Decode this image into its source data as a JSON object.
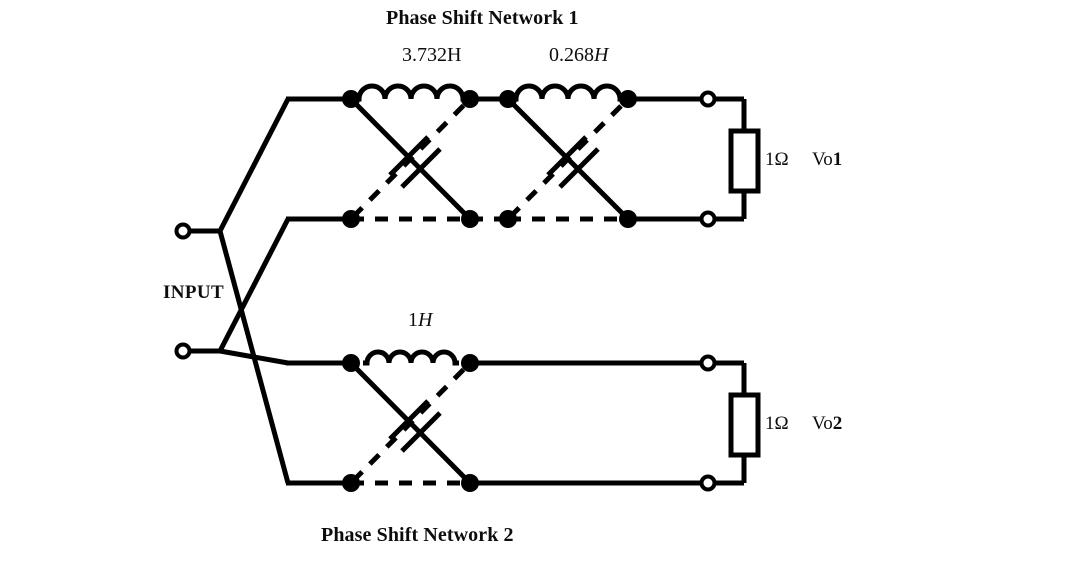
{
  "diagram": {
    "title_top": "Phase Shift Network 1",
    "title_bottom": "Phase Shift Network 2",
    "input_label": "INPUT",
    "stroke_color": "#000000",
    "background": "#ffffff"
  },
  "network1": {
    "inductor_1_label": "3.732H",
    "inductor_2_label": "0.268H",
    "inductor_2_unit_italic": "H",
    "load_label": "1Ω",
    "output_label_prefix": "Vo",
    "output_label_index": "1"
  },
  "network2": {
    "inductor_1_label_value": "1",
    "inductor_1_label_unit": "H",
    "load_label": "1Ω",
    "output_label_prefix": "Vo",
    "output_label_index": "2"
  }
}
